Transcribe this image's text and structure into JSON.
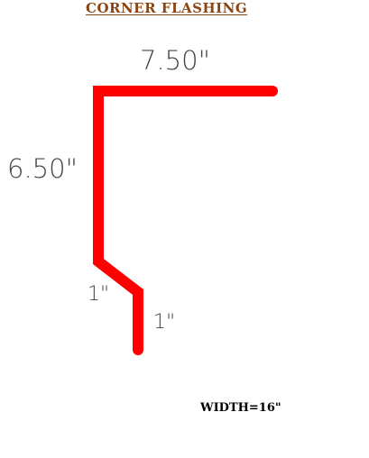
{
  "title": "CORNER FLASHING",
  "dimensions": {
    "top_leg": "7.50\"",
    "side_leg": "6.50\"",
    "bend_segment": "1\"",
    "drip_leg": "1\""
  },
  "width_note": "WIDTH=16\"",
  "colors": {
    "title": "#8b4513",
    "profile_line": "#ff0000",
    "dimension_text": "#444444",
    "width_text": "#000000"
  }
}
